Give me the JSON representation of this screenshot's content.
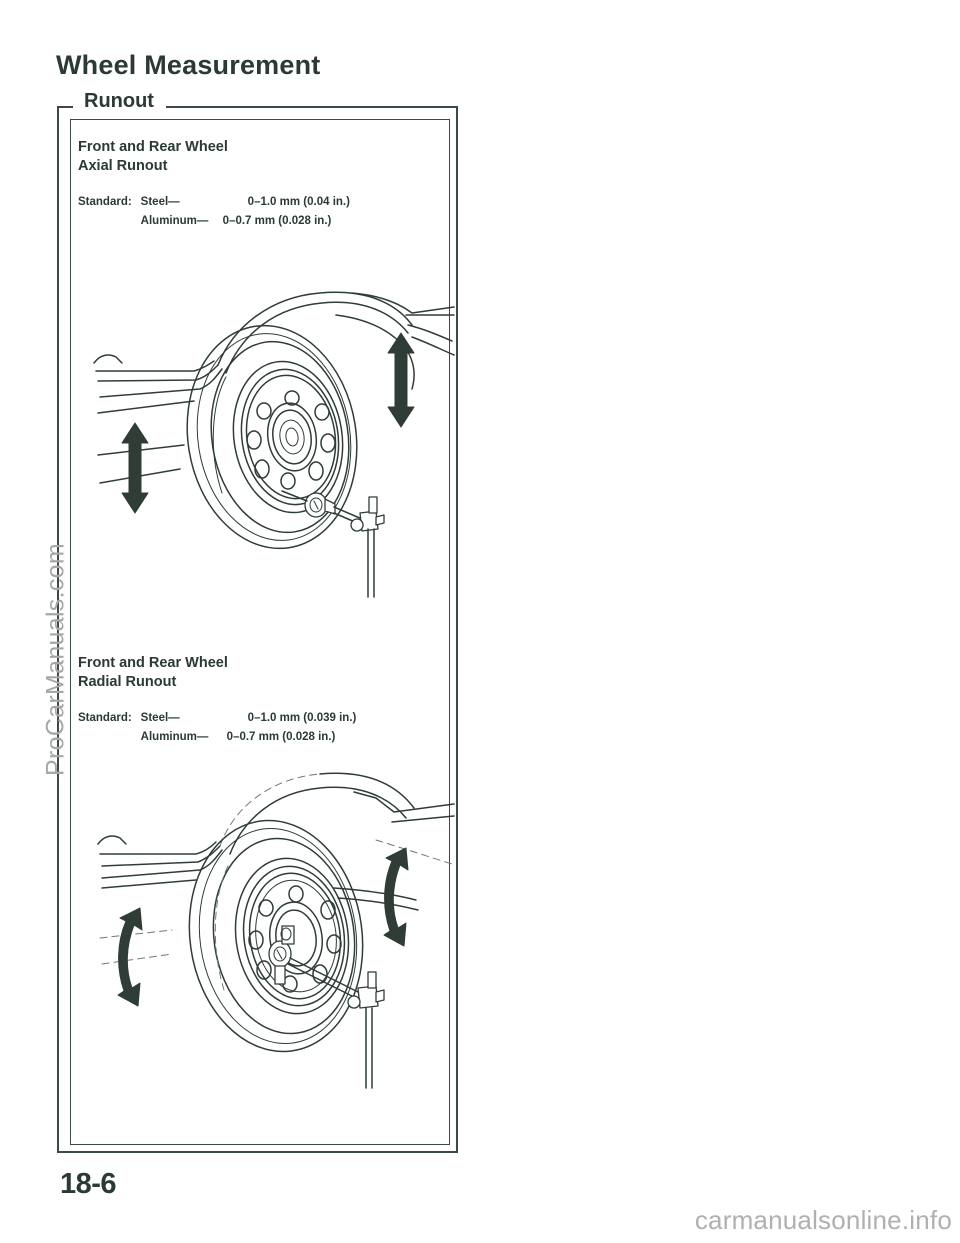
{
  "page": {
    "title": "Wheel Measurement",
    "number": "18-6"
  },
  "section": {
    "label": "Runout"
  },
  "specs": [
    {
      "id": "axial",
      "heading_line1": "Front and Rear Wheel",
      "heading_line2": "Axial Runout",
      "standard_label": "Standard:",
      "rows": [
        {
          "material": "Steel—",
          "value": "0–1.0 mm (0.04 in.)"
        },
        {
          "material": "Aluminum—",
          "value": "0–0.7 mm (0.028 in.)"
        }
      ]
    },
    {
      "id": "radial",
      "heading_line1": "Front and Rear Wheel",
      "heading_line2": "Radial Runout",
      "standard_label": "Standard:",
      "rows": [
        {
          "material": "Steel—",
          "value": "0–1.0 mm (0.039 in.)"
        },
        {
          "material": "Aluminum—",
          "value": "0–0.7 mm (0.028 in.)"
        }
      ]
    }
  ],
  "figures": [
    {
      "id": "axial-figure",
      "caption": "Wheel with dial indicator mounted against the wheel rim face, double-headed vertical arrows showing axial (side-to-side) wheel movement"
    },
    {
      "id": "radial-figure",
      "caption": "Wheel with dial indicator mounted against the wheel hub center, curved arrows showing radial wheel movement"
    }
  ],
  "watermarks": {
    "left": "ProCarManuals.com",
    "bottom": "carmanualsonline.info"
  },
  "colors": {
    "ink": "#2b3a33",
    "line": "#2f3d36",
    "watermark": "#a7a7a7"
  }
}
